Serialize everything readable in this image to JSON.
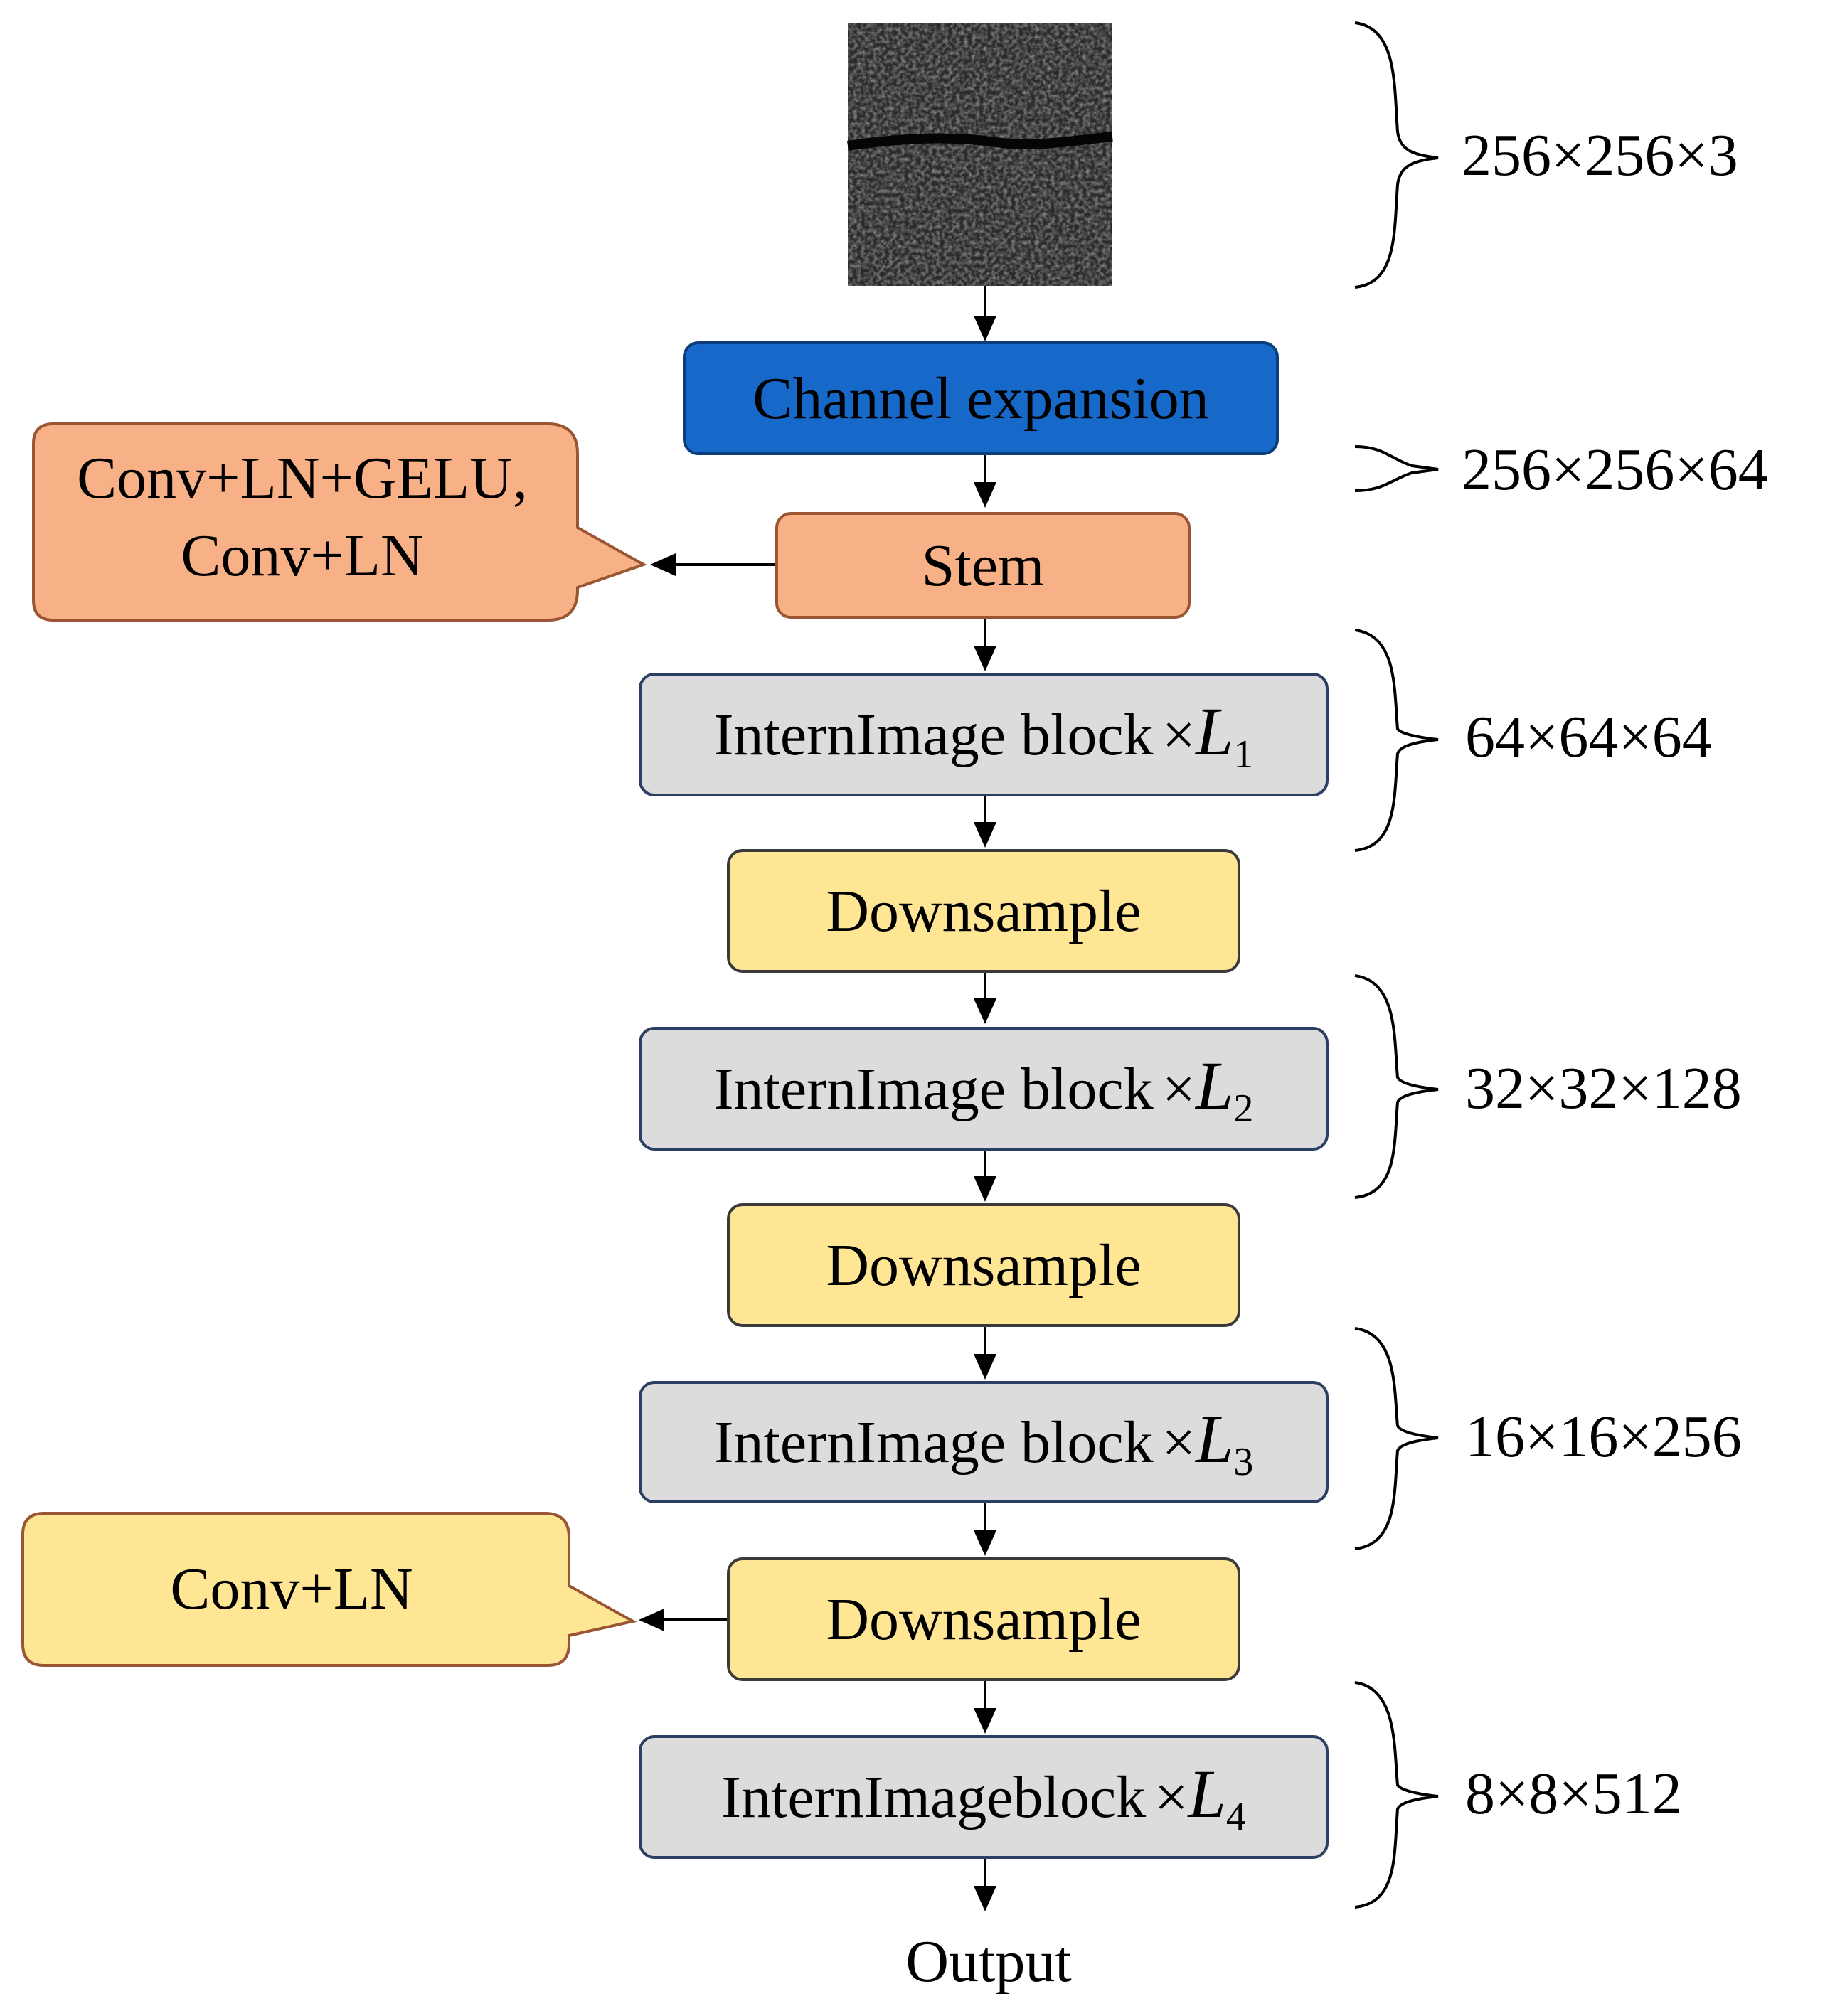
{
  "blocks": {
    "channel_expansion": "Channel expansion",
    "stem": "Stem",
    "intern1": {
      "label": "InternImage block",
      "op": "×",
      "var": "L",
      "sub": "1"
    },
    "down1": "Downsample",
    "intern2": {
      "label": "InternImage block",
      "op": "×",
      "var": "L",
      "sub": "2"
    },
    "down2": "Downsample",
    "intern3": {
      "label": "InternImage block",
      "op": "×",
      "var": "L",
      "sub": "3"
    },
    "down3": "Downsample",
    "intern4": {
      "label": "InternImageblock",
      "op": "×",
      "var": "L",
      "sub": "4"
    },
    "output": "Output"
  },
  "callouts": {
    "stem_line1": "Conv+LN+GELU,",
    "stem_line2": "Conv+LN",
    "downsample": "Conv+LN"
  },
  "dimensions": {
    "input": "256×256×3",
    "expansion": "256×256×64",
    "stage1": "64×64×64",
    "stage2": "32×32×128",
    "stage3": "16×16×256",
    "stage4": "8×8×512"
  },
  "colors": {
    "blue": "#1669c8",
    "orange": "#f8b186",
    "gray": "#dcdcdc",
    "yellow": "#ffe695"
  }
}
